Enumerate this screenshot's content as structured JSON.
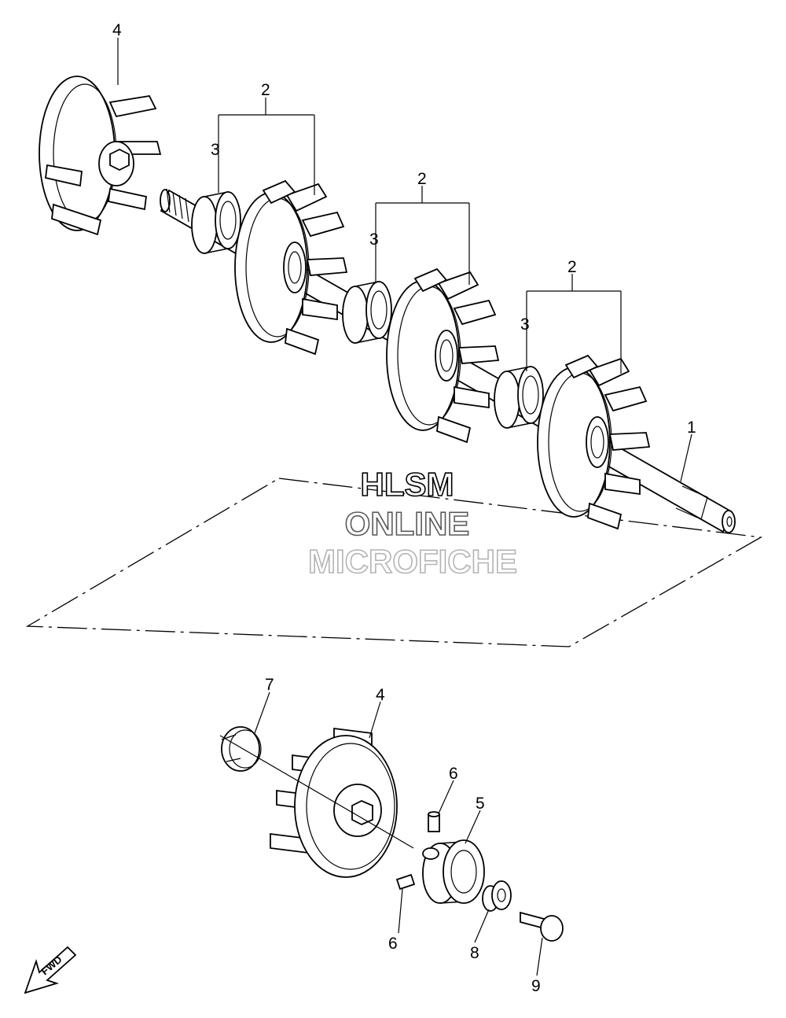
{
  "callouts": {
    "c1": "1",
    "c2a": "2",
    "c2b": "2",
    "c2c": "2",
    "c3a": "3",
    "c3b": "3",
    "c3c": "3",
    "c4a": "4",
    "c4b": "4",
    "c5": "5",
    "c6a": "6",
    "c6b": "6",
    "c7": "7",
    "c8": "8",
    "c9": "9"
  },
  "watermark": {
    "line1": "HLSM",
    "line2": "ONLINE",
    "line3": "MICROFICHE",
    "colors": [
      "#000000",
      "#5a5a5a",
      "#b4b4b4"
    ]
  },
  "fwd_label": "FWD",
  "icons": [
    "sprocket-wheel",
    "spacer",
    "shaft",
    "bearing",
    "collar",
    "bolt",
    "set-screw",
    "clip",
    "fwd-arrow"
  ]
}
